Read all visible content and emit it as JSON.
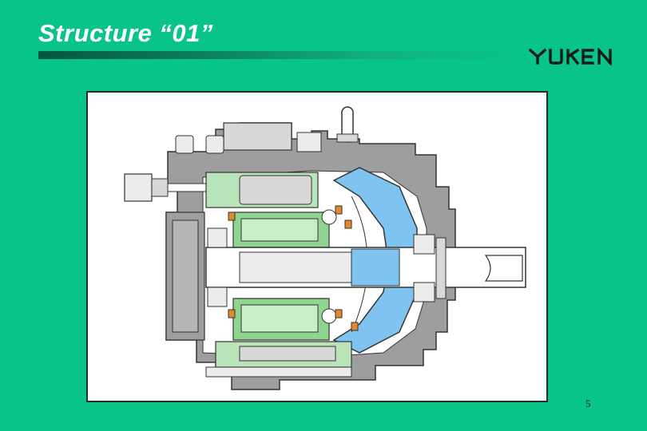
{
  "slide": {
    "title": "Structure “01”",
    "page_number": "5"
  },
  "logo": {
    "text": "YUKEN"
  },
  "colors": {
    "background": "#08c489",
    "housing": "#9e9e9e",
    "swashplate": "#7fc4f0",
    "cylinder": "#8fd48f",
    "control_piston": "#b9e3b9",
    "thrust": "#e08a2c"
  }
}
